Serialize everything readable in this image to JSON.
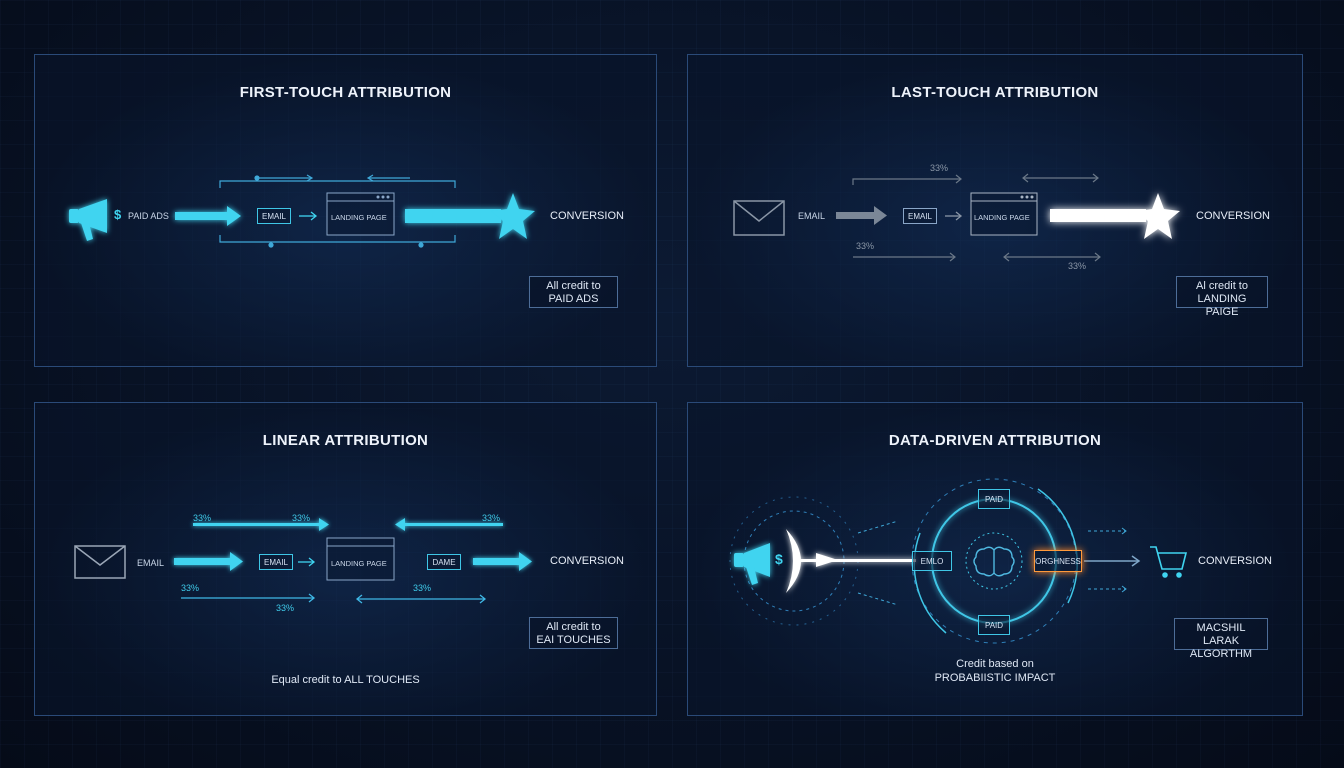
{
  "panels": {
    "first_touch": {
      "title": "FIRST-TOUCH ATTRIBUTION",
      "source_label": "PAID ADS",
      "email_label": "EMAIL",
      "landing_label": "LANDING PAGE",
      "conversion_label": "CONVERSION",
      "credit_line1": "All credit to",
      "credit_line2": "PAID ADS"
    },
    "last_touch": {
      "title": "LAST-TOUCH ATTRIBUTION",
      "source_label": "EMAIL",
      "email_label": "EMAIL",
      "landing_label": "LANDING PAGE",
      "conversion_label": "CONVERSION",
      "pct_top": "33%",
      "pct_left": "33%",
      "pct_right": "33%",
      "credit_line1": "Al credit to",
      "credit_line2": "LANDING PAIGE"
    },
    "linear": {
      "title": "LINEAR ATTRIBUTION",
      "source_label": "EMAIL",
      "email_label": "EMAIL",
      "landing_label": "LANDING PAGE",
      "third_label": "DAME",
      "conversion_label": "CONVERSION",
      "pct_1": "33%",
      "pct_2": "33%",
      "pct_3": "33%",
      "pct_4": "33%",
      "pct_5": "33%",
      "pct_6": "33%",
      "credit_line1": "All credit to",
      "credit_line2": "EAI TOUCHES",
      "caption": "Equal credit to ALL TOUCHES"
    },
    "data_driven": {
      "title": "DATA-DRIVEN ATTRIBUTION",
      "paid_top_label": "PAID",
      "paid_bottom_label": "PAID",
      "emlo_label": "EMLO",
      "orange_label": "ORGHNESS",
      "conversion_label": "CONVERSION",
      "credit_line1": "MACSHIL LARAK",
      "credit_line2": "ALGORTHM",
      "caption_line1": "Credit based on",
      "caption_line2": "PROBABIISTIC IMPACT"
    }
  },
  "colors": {
    "accent_cyan": "#3fd4f0",
    "highlight_white": "#ffffff",
    "muted_gray": "#7b8797",
    "orange": "#ff9a3c",
    "border": "#2a4a78"
  },
  "icons": [
    "megaphone-icon",
    "dollar-icon",
    "envelope-icon",
    "browser-window-icon",
    "star-icon",
    "brain-icon",
    "shopping-cart-icon"
  ]
}
